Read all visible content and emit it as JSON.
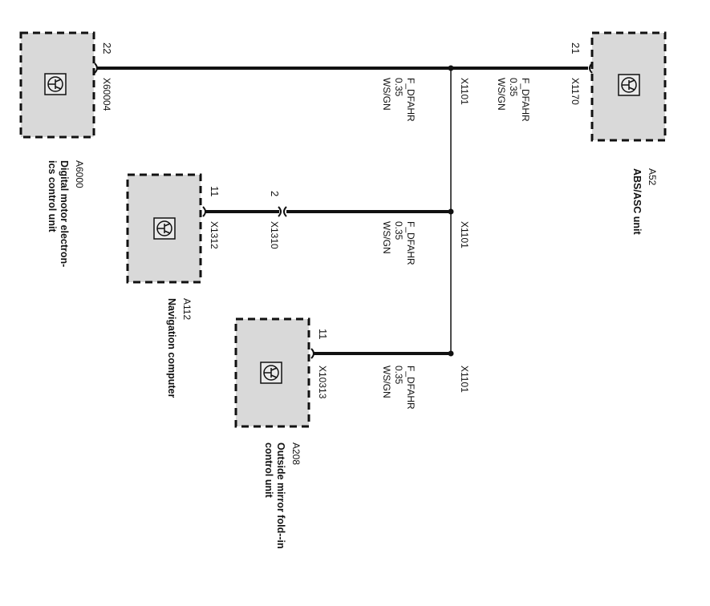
{
  "modules": {
    "a6000": {
      "id": "A6000",
      "name_line1": "Digital motor electron-",
      "name_line2": "ics control unit",
      "connector": "X60004",
      "pin": "22"
    },
    "a52": {
      "id": "A52",
      "name_line1": "ABS/ASC unit",
      "connector": "X1170",
      "pin": "21"
    },
    "a112": {
      "id": "A112",
      "name_line1": "Navigation computer",
      "connector": "X1312",
      "pin": "11",
      "inline_connector": "X1310",
      "inline_pin": "2"
    },
    "a208": {
      "id": "A208",
      "name_line1": "Outside mirror fold--in",
      "name_line2": "control unit",
      "connector": "X10313",
      "pin": "11"
    }
  },
  "wires": {
    "w1": {
      "signal": "F_DFAHR",
      "size": "0.35",
      "color": "WS/GN"
    },
    "w2": {
      "signal": "F_DFAHR",
      "size": "0.35",
      "color": "WS/GN"
    },
    "w3": {
      "signal": "F_DFAHR",
      "size": "0.35",
      "color": "WS/GN"
    },
    "w4": {
      "signal": "F_DFAHR",
      "size": "0.35",
      "color": "WS/GN"
    }
  },
  "splices": {
    "s1": "X1101",
    "s2": "X1101",
    "s3": "X1101"
  }
}
